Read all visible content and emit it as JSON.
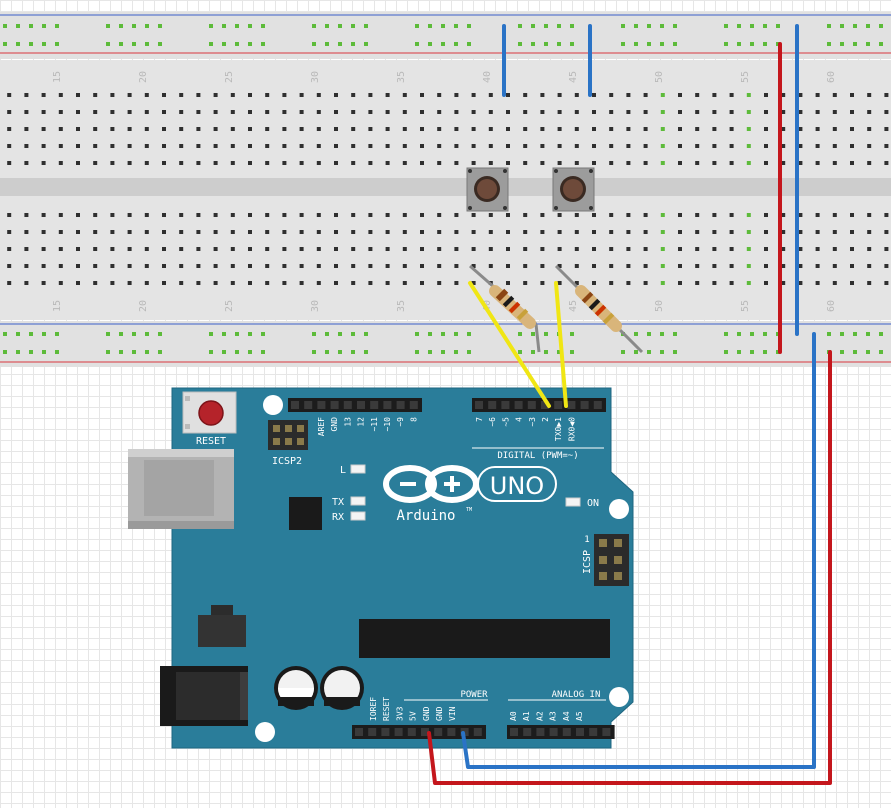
{
  "breadboard": {
    "column_numbers": [
      "15",
      "20",
      "25",
      "30",
      "35",
      "40",
      "45",
      "50",
      "55",
      "60"
    ]
  },
  "arduino": {
    "reset_label": "RESET",
    "icsp2_label": "ICSP2",
    "icsp_label": "ICSP",
    "icsp_pin1": "1",
    "digital_label": "DIGITAL (PWM=~)",
    "led_l": "L",
    "led_tx": "TX",
    "led_rx": "RX",
    "led_on": "ON",
    "logo_text": "Arduino",
    "logo_tm": "TM",
    "uno_label": "UNO",
    "power_label": "POWER",
    "analog_label": "ANALOG IN",
    "digital_pins_left": [
      "AREF",
      "GND",
      "13",
      "12",
      "~11",
      "~10",
      "~9",
      "8"
    ],
    "digital_pins_right": [
      "7",
      "~6",
      "~5",
      "4",
      "~3",
      "2",
      "TX0▶1",
      "RX0◀0"
    ],
    "power_pins": [
      "IOREF",
      "RESET",
      "3V3",
      "5V",
      "GND",
      "GND",
      "VIN"
    ],
    "analog_pins": [
      "A0",
      "A1",
      "A2",
      "A3",
      "A4",
      "A5"
    ]
  },
  "colors": {
    "board": "#2a7d9a",
    "wire_red": "#c4161c",
    "wire_blue": "#2a73c6",
    "wire_yellow": "#f0e614",
    "hole_active": "#5dbb3a"
  }
}
